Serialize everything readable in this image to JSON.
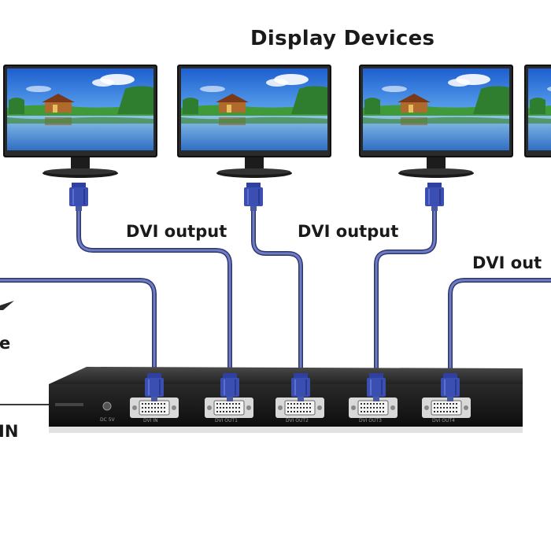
{
  "title": "Display Devices",
  "labels": {
    "out_a": "DVI output",
    "out_b": "DVI output",
    "out_c": "DVI out",
    "left_e": "e",
    "left_in": "IN"
  },
  "ports": [
    "DVI IN",
    "DVI OUT1",
    "DVI OUT2",
    "DVI OUT3",
    "DVI OUT4"
  ],
  "power_label": "DC 5V",
  "colors": {
    "cable": "#4a5aa0",
    "connector": "#3b4fb3",
    "device": "#161616",
    "screen_sky": "#2f7fe0",
    "grass": "#3da83a",
    "water": "#4a9ad8"
  }
}
